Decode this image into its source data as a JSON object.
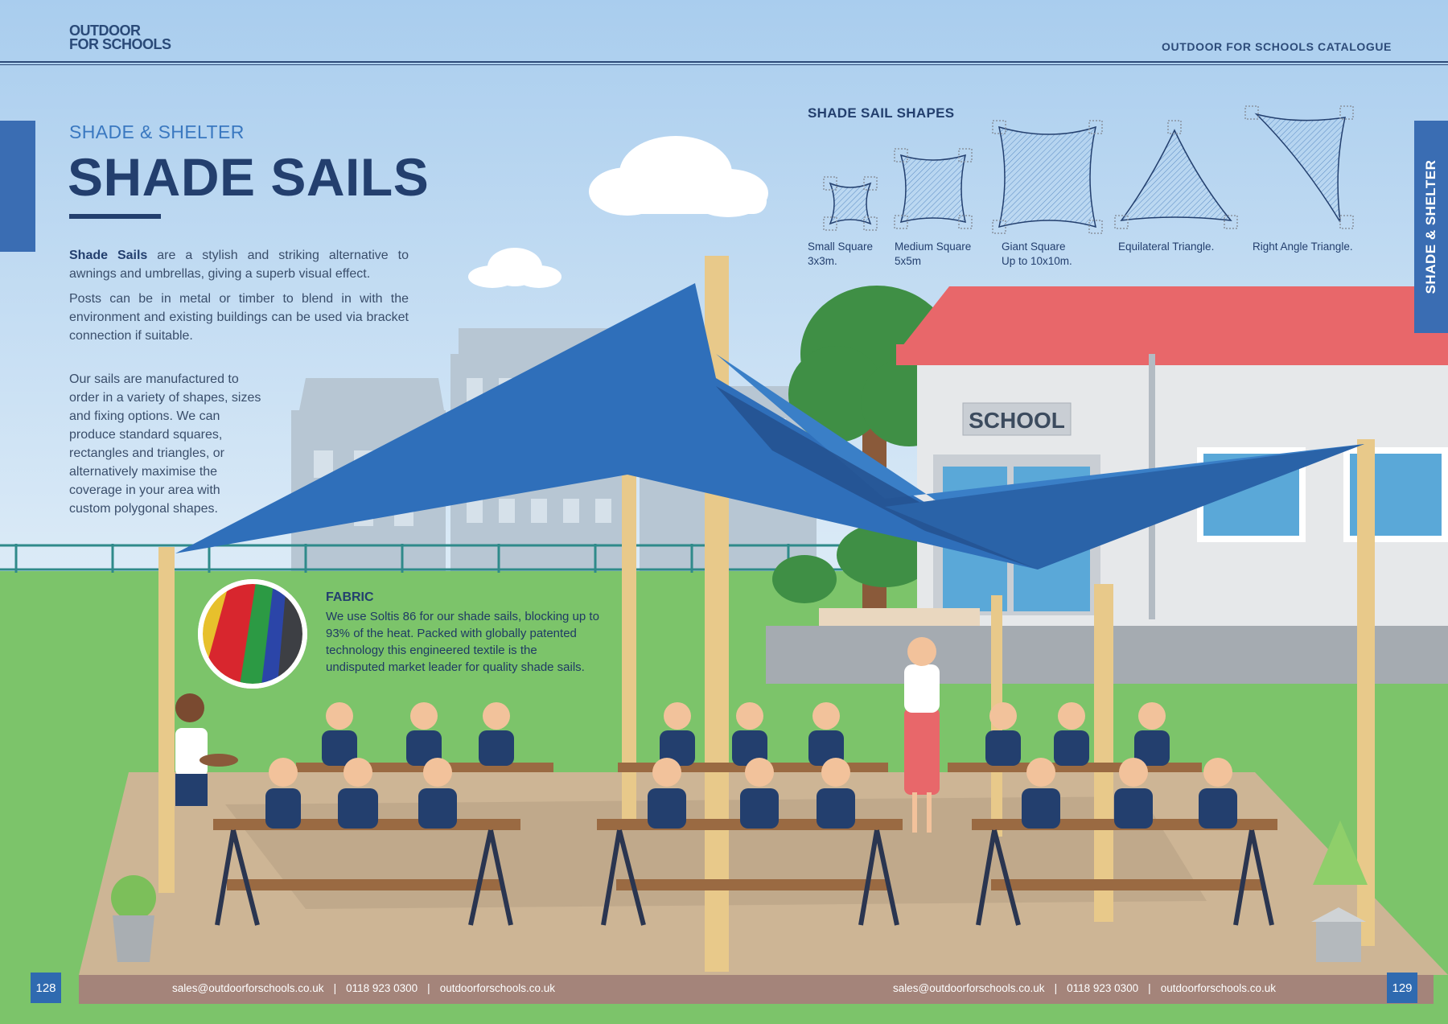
{
  "header": {
    "logo_line1": "OUTDOOR",
    "logo_line2": "FOR SCHOOLS",
    "catalogue_title": "OUTDOOR FOR SCHOOLS CATALOGUE"
  },
  "section": {
    "kicker": "SHADE & SHELTER",
    "title": "SHADE SAILS",
    "side_tab": "SHADE & SHELTER"
  },
  "intro": {
    "lead_bold": "Shade Sails",
    "lead_rest": " are a stylish and striking alternative to awnings and umbrellas, giving a superb visual effect.",
    "para2": "Posts can be in metal or timber to blend in with the environment and existing buildings can be used via bracket connection if suitable.",
    "para3": "Our sails are manufactured to order in a variety of shapes, sizes and fixing options. We can produce standard squares, rectangles and triangles, or alternatively maximise the coverage in your area with custom polygonal shapes."
  },
  "shapes": {
    "heading": "SHADE SAIL SHAPES",
    "items": [
      {
        "name": "Small Square",
        "size": "3x3m."
      },
      {
        "name": "Medium Square",
        "size": "5x5m"
      },
      {
        "name": "Giant Square",
        "size": "Up to 10x10m."
      },
      {
        "name": "Equilateral Triangle.",
        "size": ""
      },
      {
        "name": "Right Angle Triangle.",
        "size": ""
      }
    ]
  },
  "fabric": {
    "heading": "FABRIC",
    "text": "We use Soltis 86 for our shade sails, blocking up to 93% of the heat. Packed with globally patented technology this engineered textile is the undisputed market leader for quality shade sails."
  },
  "illustration": {
    "school_sign": "SCHOOL"
  },
  "footer": {
    "page_left": "128",
    "page_right": "129",
    "email": "sales@outdoorforschools.co.uk",
    "phone": "0118 923 0300",
    "website": "outdoorforschools.co.uk",
    "separator": "|"
  },
  "colors": {
    "navy": "#233f6e",
    "accent_blue": "#3a6db3",
    "sail_blue": "#2f6fba",
    "grass": "#7cc46a",
    "roof": "#e8676a",
    "footer": "#a4847a"
  }
}
